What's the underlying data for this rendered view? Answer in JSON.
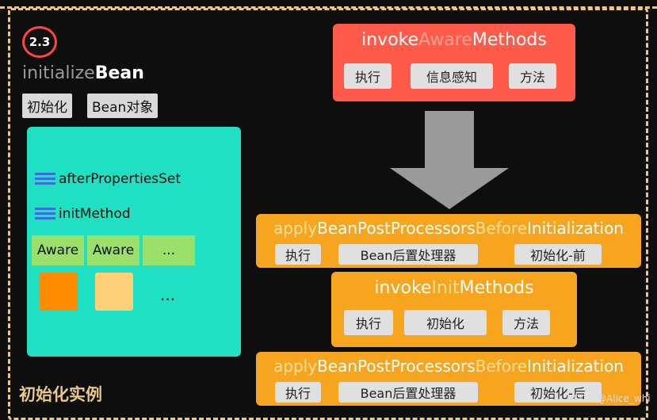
{
  "badge": "2.3",
  "title": {
    "prefix": "initialize",
    "suffix": "Bean"
  },
  "tags": [
    "初始化",
    "Bean对象"
  ],
  "panel": {
    "method1": "afterPropertiesSet",
    "method2": "initMethod",
    "aware1": "Aware",
    "aware2": "Aware",
    "aware_more": "...",
    "square_more": "...",
    "square_colors": [
      "#ff8c00",
      "#ffd27a"
    ]
  },
  "footer_label": "初始化实例",
  "invoke_aware": {
    "head_a": "invoke",
    "head_b": "Aware",
    "head_c": "Methods",
    "chips": [
      "执行",
      "信息感知",
      "方法"
    ]
  },
  "before_init": {
    "head_a": "apply",
    "head_b": "BeanPostProcessors",
    "head_c": "Before",
    "head_d": "Initialization",
    "chips": [
      "执行",
      "Bean后置处理器",
      "初始化-前"
    ]
  },
  "invoke_init": {
    "head_a": "invoke",
    "head_b": "Init",
    "head_c": "Methods",
    "chips": [
      "执行",
      "初始化",
      "方法"
    ]
  },
  "after_init": {
    "head_a": "apply",
    "head_b": "BeanPostProcessors",
    "head_c": "Before",
    "head_d": "Initialization",
    "chips": [
      "执行",
      "Bean后置处理器",
      "初始化-后"
    ]
  },
  "watermark": "CSDN @Alice_whi"
}
